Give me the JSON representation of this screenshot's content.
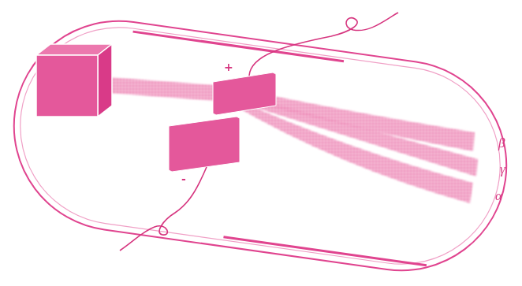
{
  "diagram": {
    "labels": [
      "+",
      "-",
      "β",
      "γ",
      "α"
    ]
  }
}
